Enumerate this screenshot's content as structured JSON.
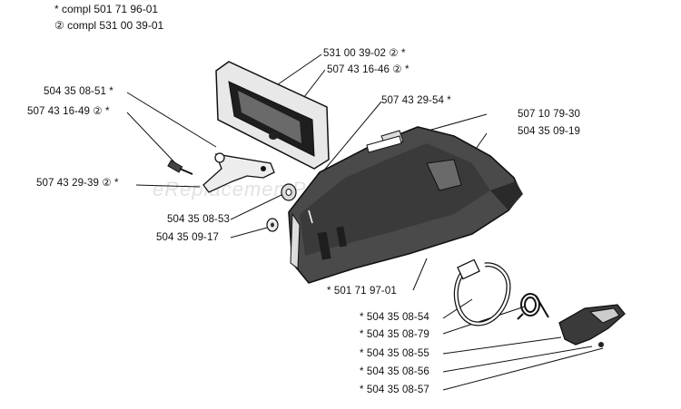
{
  "header": {
    "line1": "*  compl 501 71 96-01",
    "line2": "② compl 531 00 39-01"
  },
  "watermark": "eReplacementParts.com",
  "labels": {
    "p1": "531 00 39-02 ② *",
    "p2": "507 43 16-46 ② *",
    "p3": "504 35 08-51 *",
    "p4": "507 43 16-49 ② *",
    "p5": "507 43 29-54 *",
    "p6": "507 10 79-30",
    "p7": "504 35 09-19",
    "p8": "507 43 29-39 ② *",
    "p9": "504 35 08-53",
    "p10": "504 35 09-17",
    "p11": "* 501 71 97-01",
    "p12": "* 504 35 08-54",
    "p13": "* 504 35 08-79",
    "p14": "* 504 35 08-55",
    "p15": "* 504 35 08-56",
    "p16": "* 504 35 08-57"
  },
  "colors": {
    "ink": "#111111",
    "housing": "#4a4a4a",
    "housing_dark": "#2a2a2a"
  }
}
